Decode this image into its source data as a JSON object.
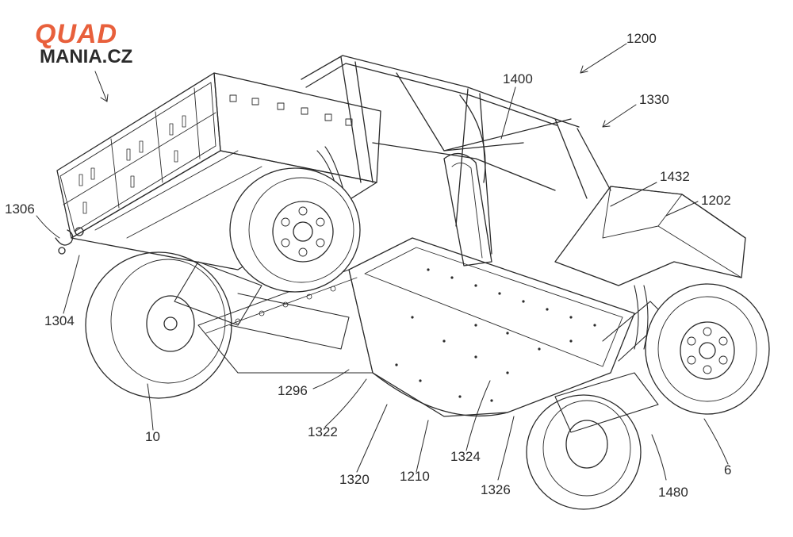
{
  "logo": {
    "line1": "QUAD",
    "line2": "MANIA.CZ",
    "color_primary": "#e8603c",
    "color_secondary": "#2b2b2b"
  },
  "reference_numerals": {
    "r1200": "1200",
    "r1400": "1400",
    "r1330": "1330",
    "r1432": "1432",
    "r1202": "1202",
    "r1306": "1306",
    "r1304": "1304",
    "r1296": "1296",
    "r1322": "1322",
    "r10": "10",
    "r1320": "1320",
    "r1210": "1210",
    "r1324": "1324",
    "r1326": "1326",
    "r1480": "1480",
    "r6": "6"
  },
  "colors": {
    "line": "#2a2a2a",
    "background": "#ffffff"
  }
}
